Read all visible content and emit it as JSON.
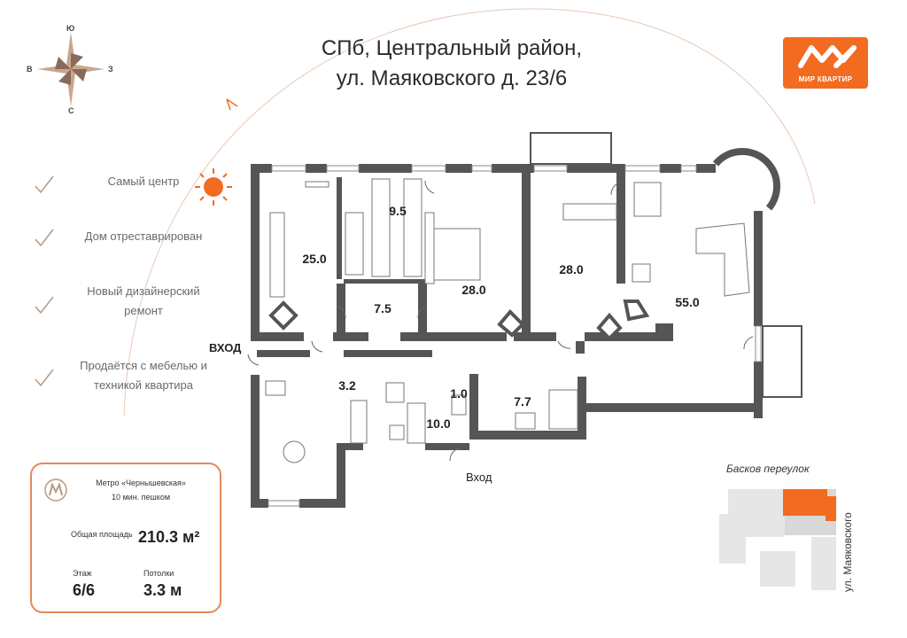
{
  "header": {
    "line1": "СПб, Центральный район,",
    "line2": "ул. Маяковского д. 23/6"
  },
  "compass": {
    "north": "Ю",
    "south": "С",
    "west": "В",
    "east": "З"
  },
  "features": [
    {
      "text": "Самый центр"
    },
    {
      "text": "Дом отреставрирован"
    },
    {
      "text": "Новый дизайнерский ремонт"
    },
    {
      "text": "Продаётся с мебелью и техникой квартира"
    }
  ],
  "logo": {
    "caption": "МИР КВАРТИР",
    "color": "#f26b21"
  },
  "info": {
    "metro_name": "Метро «Чернышевская»",
    "metro_walk": "10 мин. пешком",
    "area_label": "Общая площадь",
    "area_value": "210.3 м²",
    "floor_label": "Этаж",
    "floor_value": "6/6",
    "ceiling_label": "Потолки",
    "ceiling_value": "3.3 м"
  },
  "entrances": {
    "main": "ВХОД",
    "secondary": "Вход"
  },
  "rooms": [
    {
      "label": "25.0"
    },
    {
      "label": "9.5"
    },
    {
      "label": "28.0"
    },
    {
      "label": "28.0"
    },
    {
      "label": "55.0"
    },
    {
      "label": "7.5"
    },
    {
      "label": "3.2"
    },
    {
      "label": "1.0"
    },
    {
      "label": "10.0"
    },
    {
      "label": "7.7"
    }
  ],
  "map": {
    "street_horizontal": "Басков переулок",
    "street_vertical": "ул. Маяковского"
  },
  "colors": {
    "accent": "#f26b21",
    "wall": "#555555",
    "card_border": "#e2895a"
  }
}
